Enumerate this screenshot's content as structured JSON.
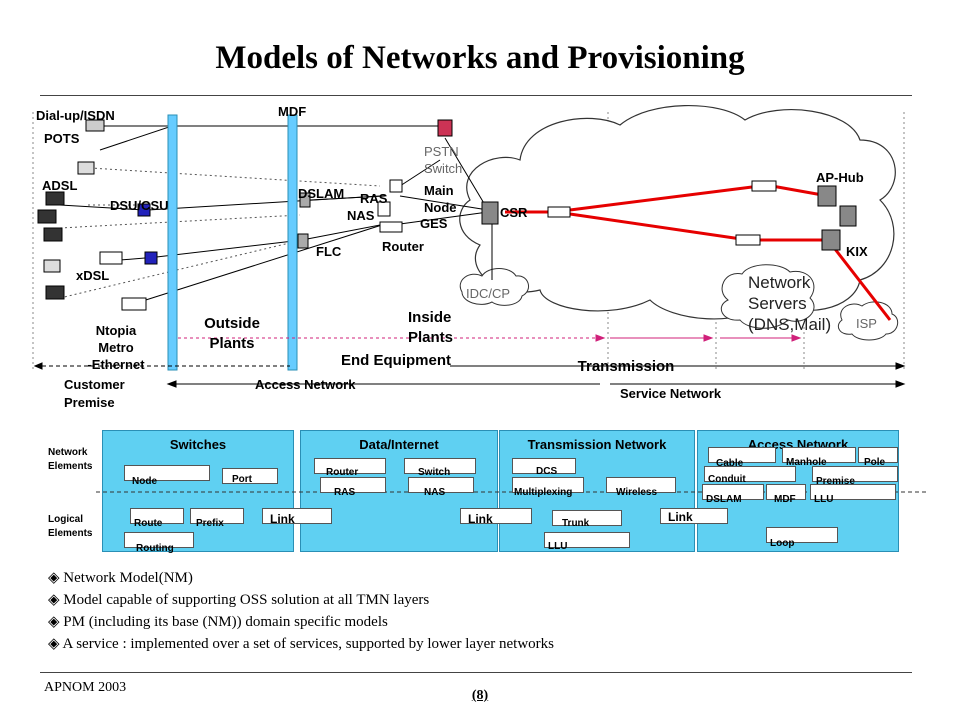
{
  "slide": {
    "title": "Models of Networks  and Provisioning",
    "footer_left": "APNOM 2003",
    "page_number": "(8)"
  },
  "diagram": {
    "device_labels": {
      "dialup": "Dial-up/ISDN",
      "pots": "POTS",
      "adsl": "ADSL",
      "dsucsu": "DSU/CSU",
      "xdsl": "xDSL",
      "ntopia": "Ntopia\nMetro\n-Ethernet",
      "mdf": "MDF",
      "dslam": "DSLAM",
      "ras": "RAS",
      "nas": "NAS",
      "ges": "GES",
      "router": "Router",
      "flc": "FLC",
      "main_node": "Main\nNode",
      "pstn": "PSTN\nSwitch",
      "csr": "CSR",
      "ap_hub": "AP-Hub",
      "kix": "KIX",
      "idc": "IDC/CP",
      "isp": "ISP",
      "network_servers": "Network\nServers\n(DNS,Mail)"
    },
    "region_labels": {
      "customer_premise": "Customer\nPremise",
      "outside_plants": "Outside\nPlants",
      "inside_plants": "Inside\nPlants",
      "end_equipment": "End Equipment",
      "transmission": "Transmission",
      "access_network": "Access Network",
      "service_network": "Service Network"
    }
  },
  "model": {
    "row_labels": {
      "network_elements": "Network\nElements",
      "logical_elements": "Logical\nElements"
    },
    "panels": [
      {
        "title": "Switches"
      },
      {
        "title": "Data/Internet"
      },
      {
        "title": "Transmission Network"
      },
      {
        "title": "Access Network"
      }
    ],
    "items": {
      "node": "Node",
      "port": "Port",
      "route": "Route",
      "prefix": "Prefix",
      "routing": "Routing",
      "router": "Router",
      "switch": "Switch",
      "ras": "RAS",
      "nas": "NAS",
      "dcs": "DCS",
      "multiplexing": "Multiplexing",
      "wireless": "Wireless",
      "trunk": "Trunk",
      "llu_t": "LLU",
      "cable": "Cable",
      "manhole": "Manhole",
      "pole": "Pole",
      "conduit": "Conduit",
      "premise": "Premise",
      "dslam": "DSLAM",
      "mdf": "MDF",
      "llu_a": "LLU",
      "loop": "Loop",
      "link1": "Link",
      "link2": "Link",
      "link3": "Link"
    }
  },
  "bullets": [
    "Network Model(NM)",
    "Model capable of supporting OSS solution at all TMN layers",
    "PM (including its base (NM)) domain specific models",
    "A service : implemented over a set of services, supported by lower layer networks"
  ],
  "colors": {
    "panel_fill": "#5fd0f2",
    "pillar": "#66ccff",
    "red_link": "#e60000",
    "pink_arrow": "#d0207a",
    "cloud_stroke": "#333333"
  }
}
